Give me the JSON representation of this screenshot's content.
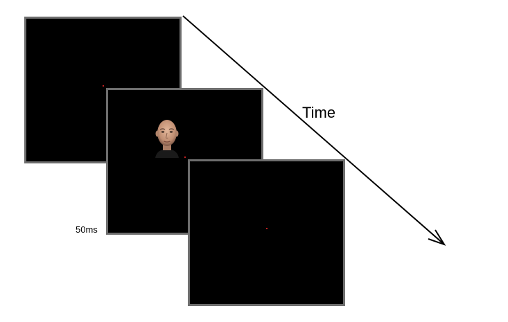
{
  "diagram": {
    "time_label": "Time",
    "duration_label": "50ms",
    "screens": [
      {
        "content": "fixation"
      },
      {
        "content": "face"
      },
      {
        "content": "fixation"
      }
    ]
  },
  "colors": {
    "background": "#ffffff",
    "screen_fill": "#000000",
    "screen_border": "#6e6e6e",
    "fixation_dot": "#ff2a2a",
    "text": "#000000"
  },
  "icons": {
    "face": "face-stimulus-icon",
    "arrow": "time-arrow-icon"
  }
}
